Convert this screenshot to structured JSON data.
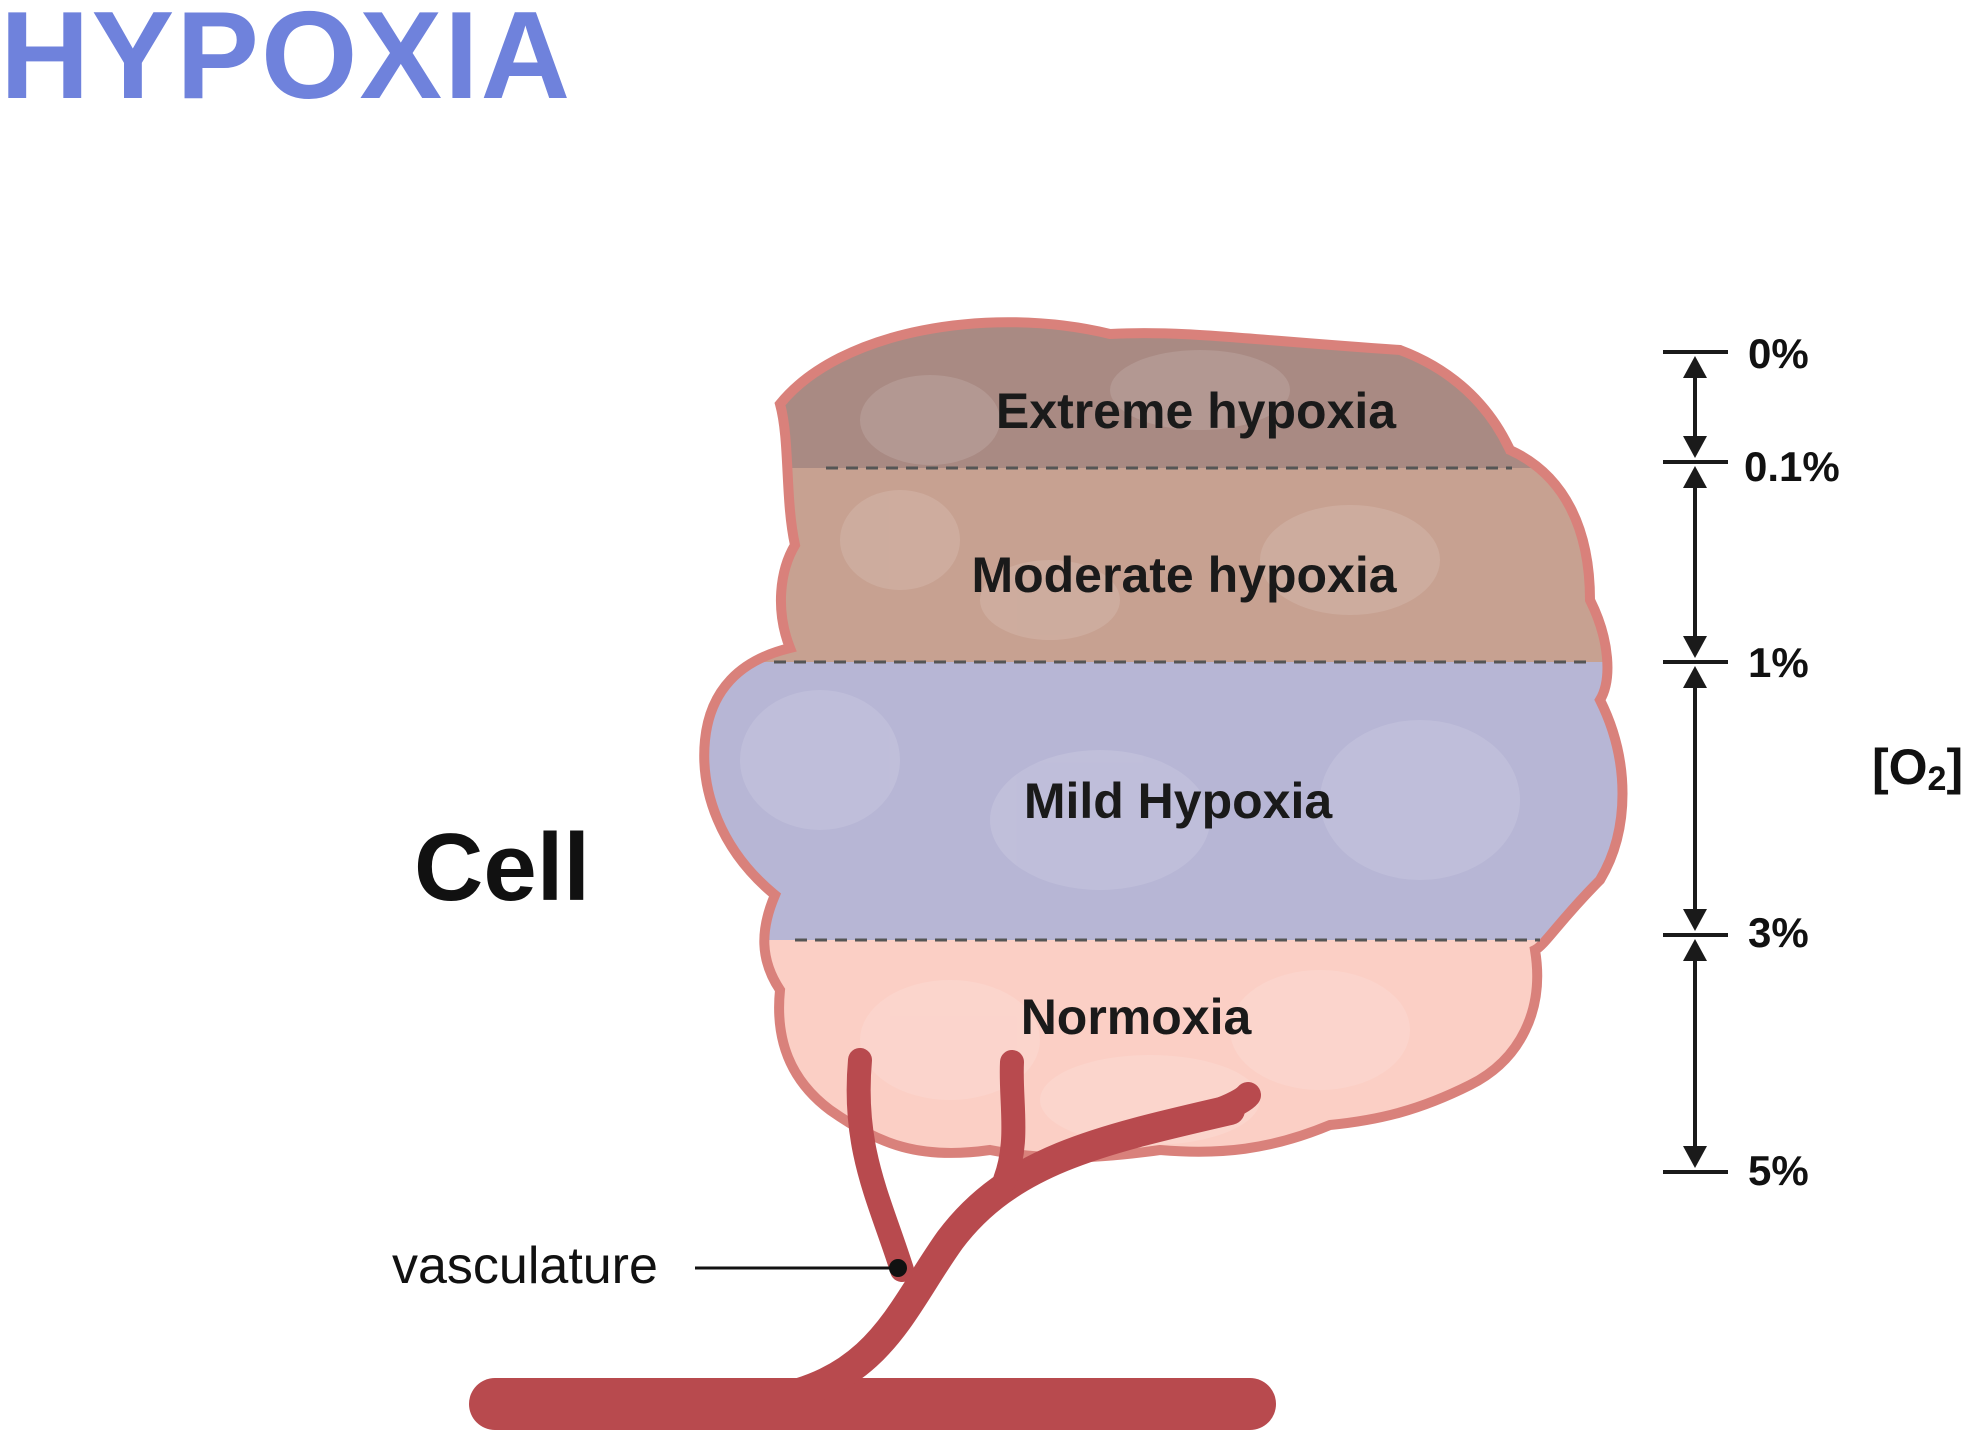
{
  "title": "HYPOXIA",
  "cell_label": "Cell",
  "zones": [
    {
      "label": "Extreme hypoxia",
      "color": "#a98a83"
    },
    {
      "label": "Moderate hypoxia",
      "color": "#c7a191"
    },
    {
      "label": "Mild Hypoxia",
      "color": "#b7b6d5"
    },
    {
      "label": "Normoxia",
      "color": "#fbcfc5"
    }
  ],
  "o2_scale": {
    "label_main": "[O",
    "label_sub": "2",
    "label_close": "]",
    "ticks": [
      "0%",
      "0.1%",
      "1%",
      "3%",
      "5%"
    ]
  },
  "vasculature_label": "vasculature",
  "colors": {
    "title": "#6f82dc",
    "cell_outline": "#d9817b",
    "vessel": "#b84a4e",
    "vessel_dark": "#8f2f33"
  }
}
